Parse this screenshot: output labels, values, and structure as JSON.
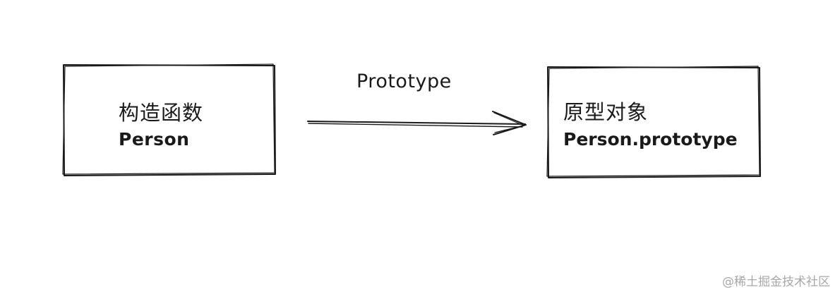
{
  "nodes": {
    "constructor": {
      "title": "构造函数",
      "name": "Person"
    },
    "prototype_object": {
      "title": "原型对象",
      "name": "Person.prototype"
    }
  },
  "edge": {
    "label": "Prototype"
  },
  "watermark": "@稀土掘金技术社区",
  "colors": {
    "stroke": "#1a1a1a",
    "watermark": "#a8a8a8",
    "background": "#ffffff"
  }
}
